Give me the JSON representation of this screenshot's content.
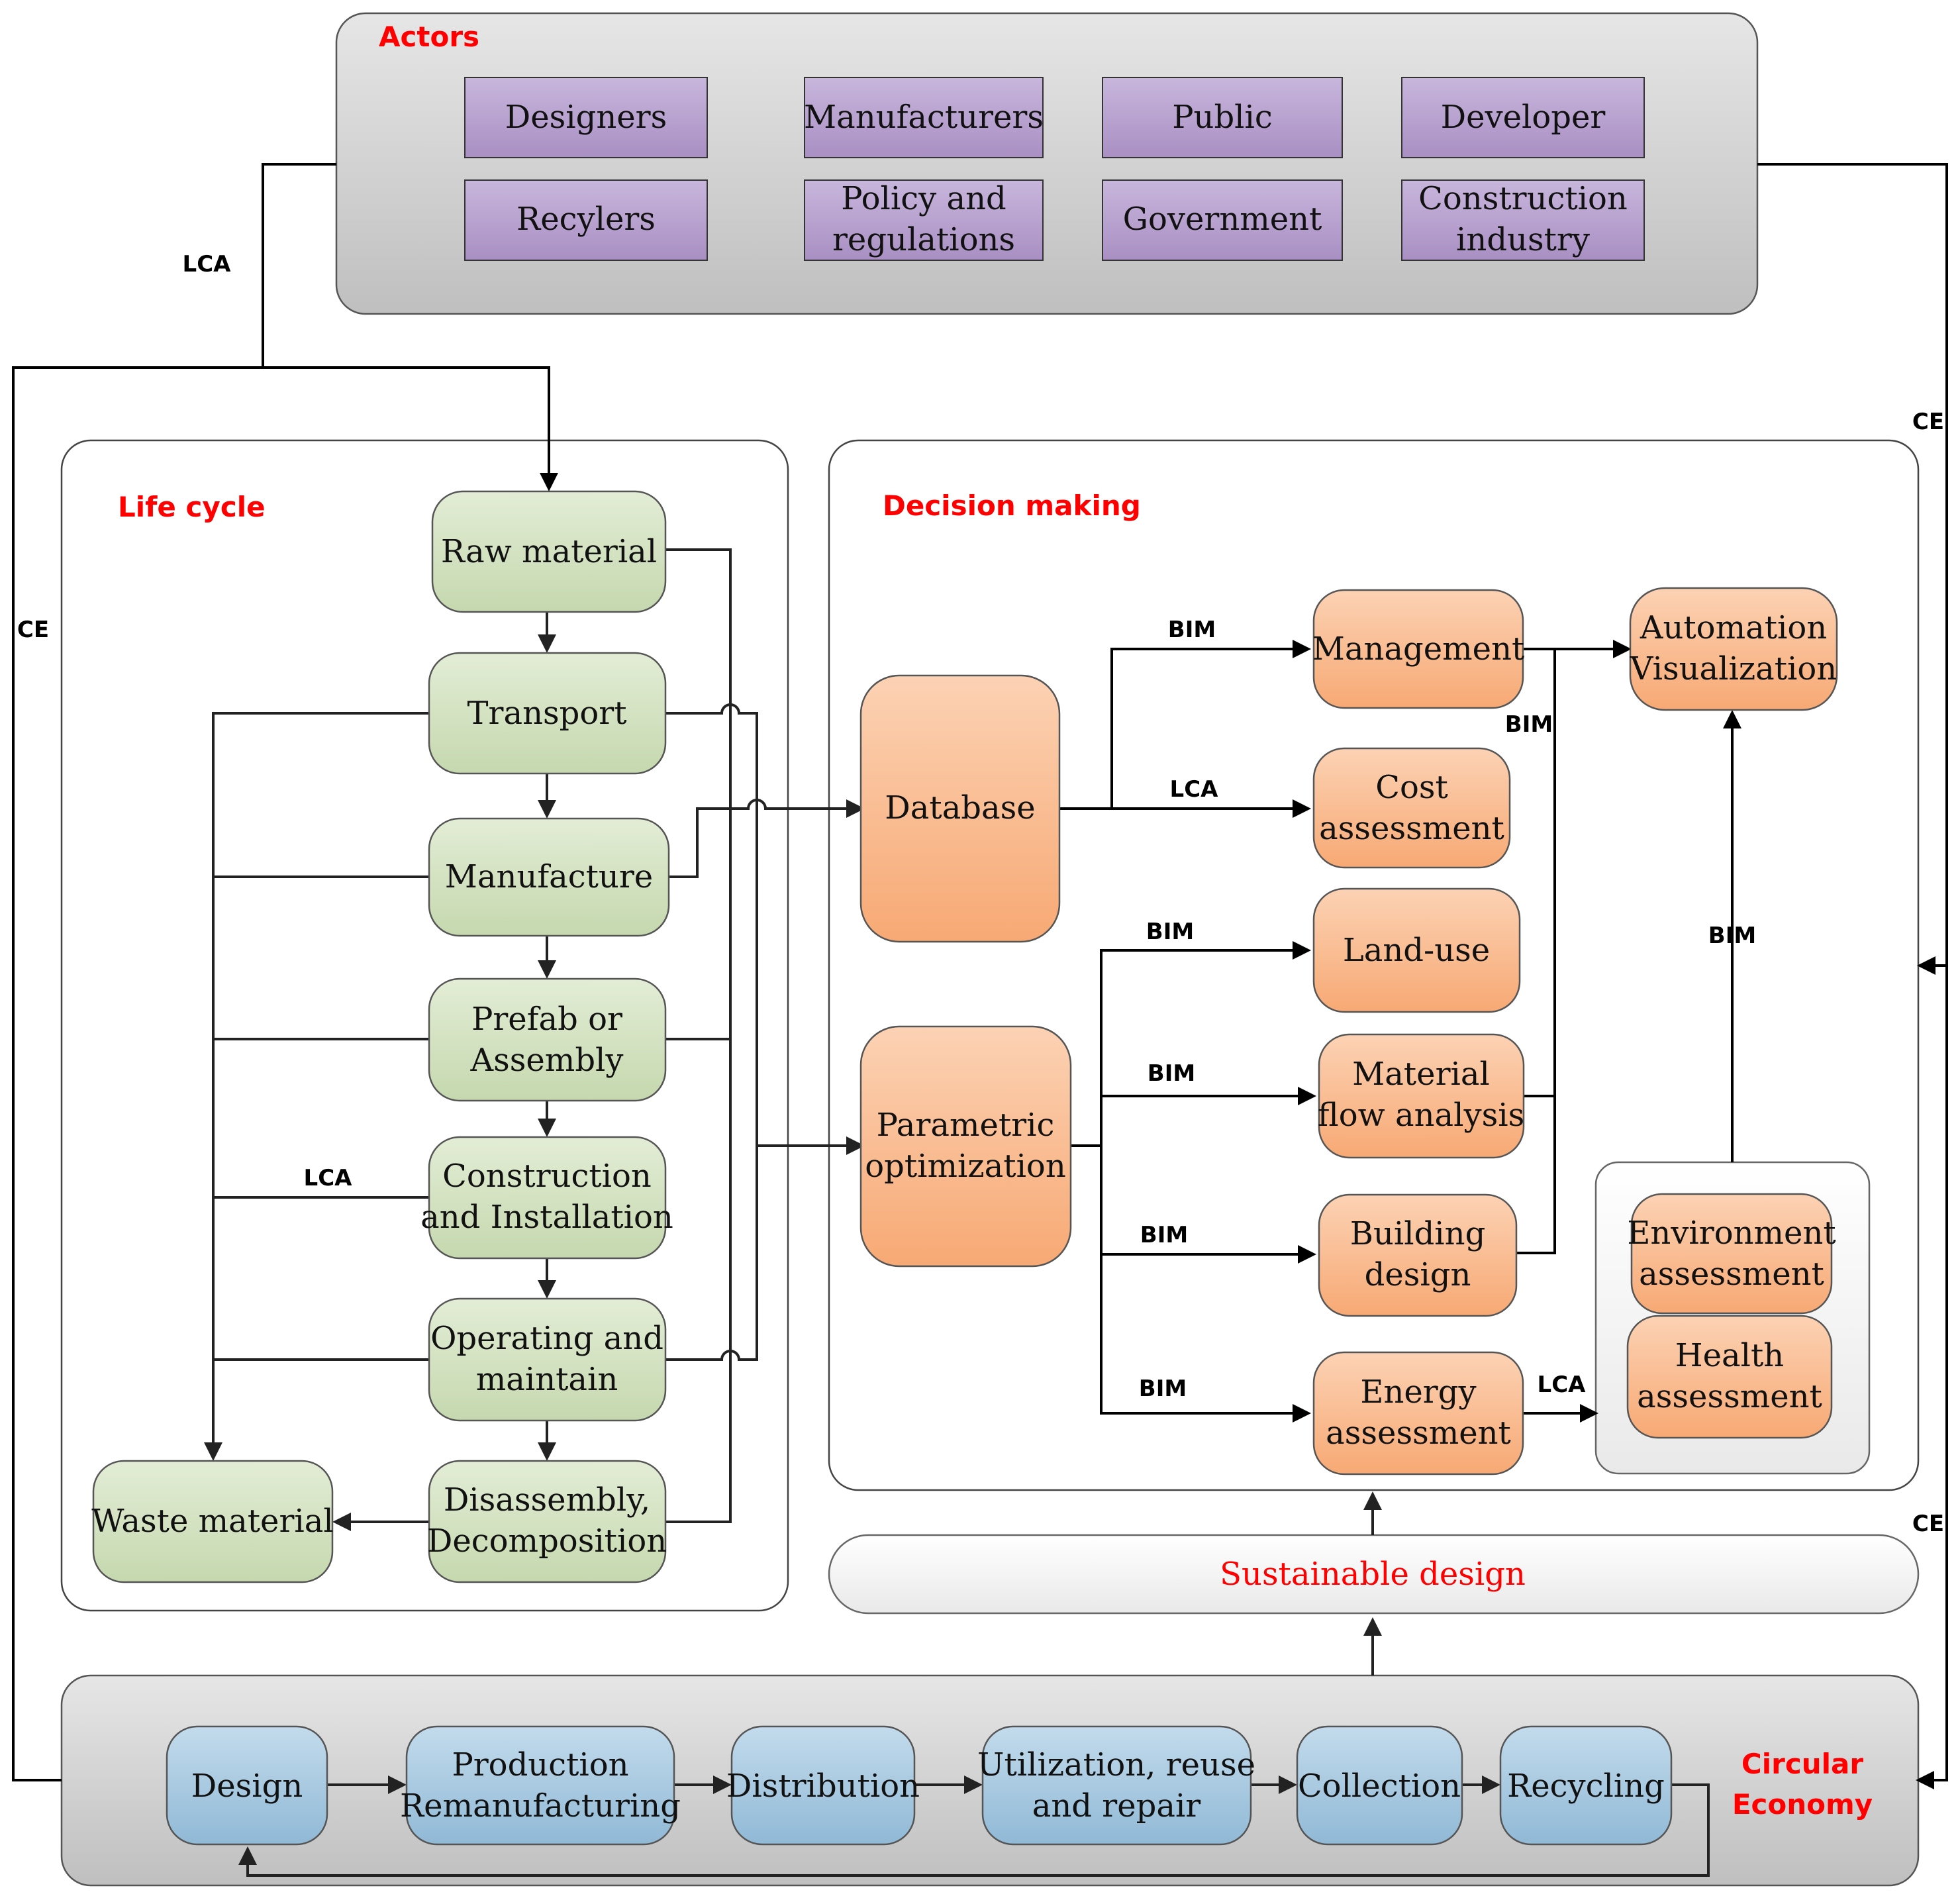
{
  "actors": {
    "title": "Actors",
    "items": {
      "designers": "Designers",
      "manufacturers": "Manufacturers",
      "public": "Public",
      "developer": "Developer",
      "recylers": "Recylers",
      "policy_line1": "Policy and",
      "policy_line2": "regulations",
      "government": "Government",
      "construction_line1": "Construction",
      "construction_line2": "industry"
    }
  },
  "life_cycle": {
    "title": "Life cycle",
    "raw_material": "Raw material",
    "transport": "Transport",
    "manufacture": "Manufacture",
    "prefab_line1": "Prefab or",
    "prefab_line2": "Assembly",
    "construction_line1": "Construction",
    "construction_line2": "and Installation",
    "operating_line1": "Operating and",
    "operating_line2": "maintain",
    "disassembly_line1": "Disassembly,",
    "disassembly_line2": "Decomposition",
    "waste_material": "Waste material"
  },
  "decision_making": {
    "title": "Decision making",
    "database": "Database",
    "parametric_line1": "Parametric",
    "parametric_line2": "optimization",
    "management": "Management",
    "cost_line1": "Cost",
    "cost_line2": "assessment",
    "land_use": "Land-use",
    "mfa_line1": "Material",
    "mfa_line2": "flow analysis",
    "building_line1": "Building",
    "building_line2": "design",
    "energy_line1": "Energy",
    "energy_line2": "assessment",
    "automation_line1": "Automation",
    "automation_line2": "Visualization",
    "environment_line1": "Environment",
    "environment_line2": "assessment",
    "health_line1": "Health",
    "health_line2": "assessment"
  },
  "sustainable_design": "Sustainable design",
  "circular_economy": {
    "title_line1": "Circular",
    "title_line2": "Economy",
    "design": "Design",
    "production_line1": "Production",
    "production_line2": "Remanufacturing",
    "distribution": "Distribution",
    "utilization_line1": "Utilization, reuse",
    "utilization_line2": "and repair",
    "collection": "Collection",
    "recycling": "Recycling"
  },
  "edge_labels": {
    "lca": "LCA",
    "ce": "CE",
    "bim": "BIM"
  },
  "colors": {
    "actor_fill": "#b9a3cf",
    "lifecycle_fill": "#d6e4c4",
    "decision_fill": "#f9b990",
    "circular_fill": "#a9c9e0",
    "panel_gray": "#d7d7d7",
    "title_red": "#ff0000"
  }
}
